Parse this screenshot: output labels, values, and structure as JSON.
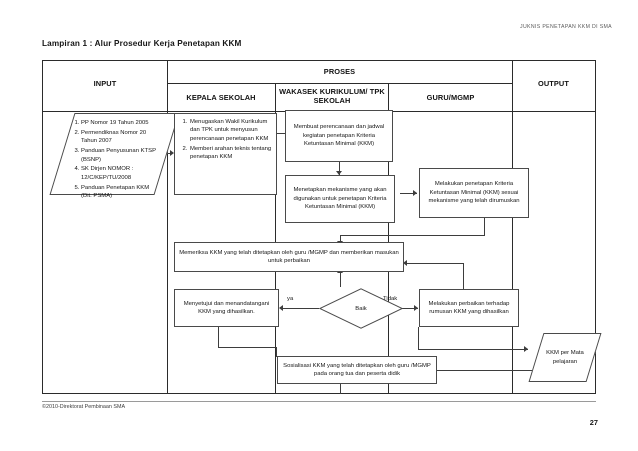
{
  "header": {
    "running_head": "JUKNIS PENETAPAN KKM DI SMA",
    "title": "Lampiran 1 : Alur Prosedur Kerja Penetapan KKM"
  },
  "table": {
    "columns": [
      {
        "id": "input",
        "label": "INPUT"
      },
      {
        "id": "proses",
        "label": "PROSES"
      },
      {
        "id": "output",
        "label": "OUTPUT"
      }
    ],
    "proses_subcolumns": [
      {
        "id": "kepala-sekolah",
        "label": "KEPALA SEKOLAH"
      },
      {
        "id": "wakasek",
        "label": "WAKASEK KURIKULUM/  TPK SEKOLAH"
      },
      {
        "id": "guru-mgmp",
        "label": "GURU/MGMP"
      }
    ]
  },
  "flow": {
    "input_node": {
      "shape": "parallelogram",
      "items": [
        "PP Nomor  19 Tahun 2005",
        "Permendiknas Nomor 20 Tahun 2007",
        "Panduan Penyusunan KTSP (BSNP)",
        "SK Dirjen NOMOR : 12/C/KEP/TU/2008",
        "Panduan Penetapan KKM (Dit. PSMA)"
      ]
    },
    "kepala_sekolah_node": {
      "shape": "process",
      "items": [
        "Menugaskan Wakil Kurikulum dan TPK untuk menyusun perencanaan penetapan KKM",
        "Memberi arahan teknis tentang penetapan KKM"
      ]
    },
    "wakasek_node_1": {
      "shape": "process",
      "text": "Membuat perencanaan dan jadwal kegiatan penetapan Kriteria Ketuntasan Minimal (KKM)"
    },
    "wakasek_node_2": {
      "shape": "process",
      "text": "Menetapkan mekanisme yang akan digunakan untuk penetapan Kriteria Ketuntasan Minimal (KKM)"
    },
    "guru_node_1": {
      "shape": "process",
      "text": "Melakukan penetapan Kriteria Ketuntasan Minimal (KKM) sesuai mekanisme yang telah dirumuskan"
    },
    "review_node": {
      "shape": "process",
      "text": "Memeriksa KKM yang telah ditetapkan oleh guru /MGMP  dan memberikan masukan untuk perbaikan"
    },
    "approve_node": {
      "shape": "process",
      "text": "Menyetujui dan menandatangani KKM yang dihasilkan."
    },
    "decision_node": {
      "shape": "decision",
      "text": "Baik",
      "yes_label": "ya",
      "no_label": "Tidak"
    },
    "revise_node": {
      "shape": "process",
      "text": "Melakukan perbaikan terhadap rumusan KKM yang dihasilkan"
    },
    "socialize_node": {
      "shape": "process",
      "text": "Sosialisasi KKM yang telah ditetapkan oleh guru /MGMP pada orang tua dan peserta didik"
    },
    "output_node": {
      "shape": "parallelogram",
      "text": "KKM per Mata pelajaran"
    }
  },
  "footer": {
    "copyright": "©2010-Direktorat Pembinaan SMA",
    "page_number": "27"
  }
}
